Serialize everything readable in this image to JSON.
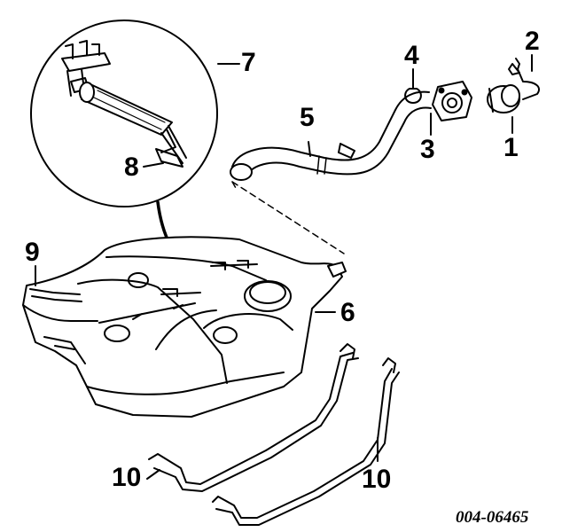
{
  "diagram": {
    "callouts": {
      "c1": "1",
      "c2": "2",
      "c3": "3",
      "c4": "4",
      "c5": "5",
      "c6": "6",
      "c7": "7",
      "c8": "8",
      "c9": "9",
      "c10a": "10",
      "c10b": "10"
    },
    "catalog_number": "004-06465",
    "colors": {
      "ink": "#000000",
      "paper": "#ffffff"
    }
  }
}
